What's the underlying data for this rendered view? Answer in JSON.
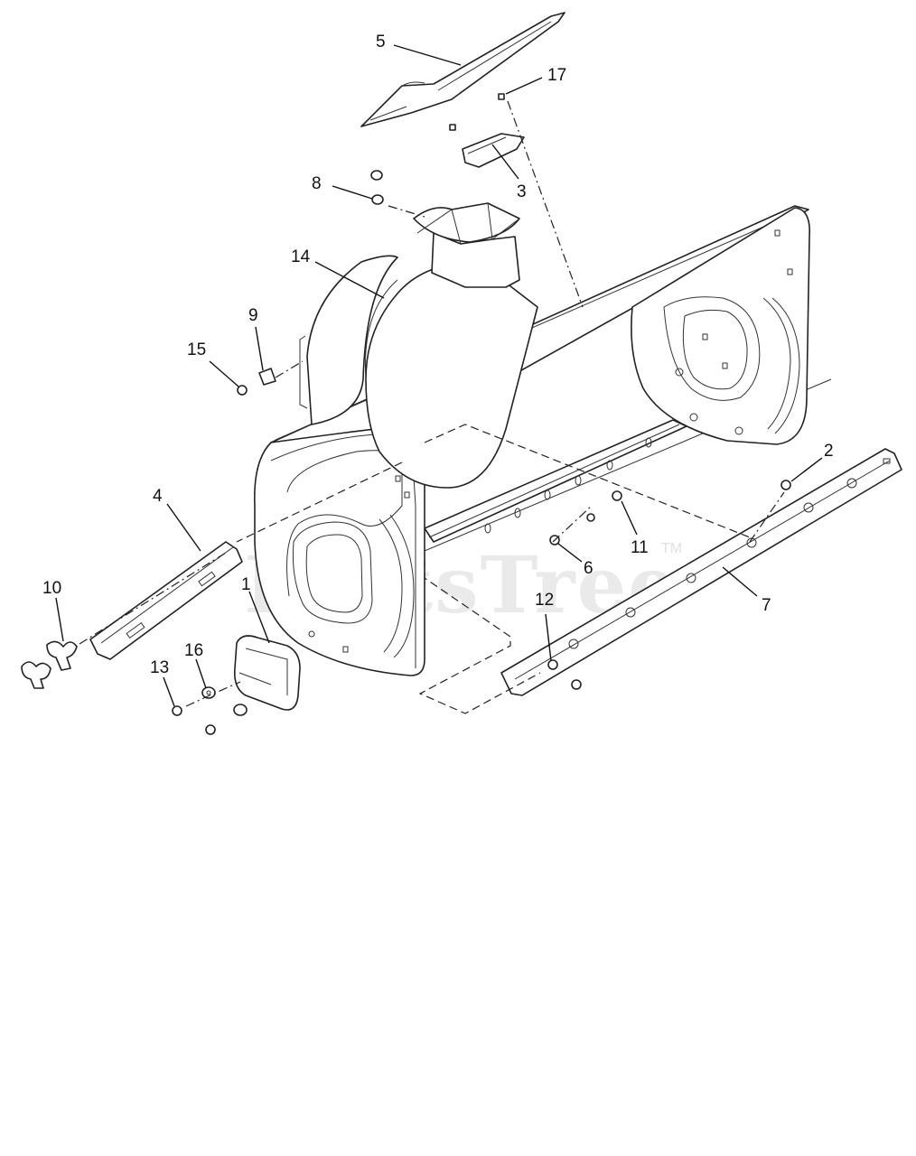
{
  "watermark": {
    "text": "PartsTree",
    "trademark": "TM"
  },
  "callouts": [
    {
      "id": "1",
      "label": "1"
    },
    {
      "id": "2",
      "label": "2"
    },
    {
      "id": "3",
      "label": "3"
    },
    {
      "id": "4",
      "label": "4"
    },
    {
      "id": "5",
      "label": "5"
    },
    {
      "id": "6",
      "label": "6"
    },
    {
      "id": "7",
      "label": "7"
    },
    {
      "id": "8",
      "label": "8"
    },
    {
      "id": "9",
      "label": "9"
    },
    {
      "id": "10",
      "label": "10"
    },
    {
      "id": "11",
      "label": "11"
    },
    {
      "id": "12",
      "label": "12"
    },
    {
      "id": "13",
      "label": "13"
    },
    {
      "id": "14",
      "label": "14"
    },
    {
      "id": "15",
      "label": "15"
    },
    {
      "id": "16",
      "label": "16"
    },
    {
      "id": "17",
      "label": "17"
    }
  ]
}
